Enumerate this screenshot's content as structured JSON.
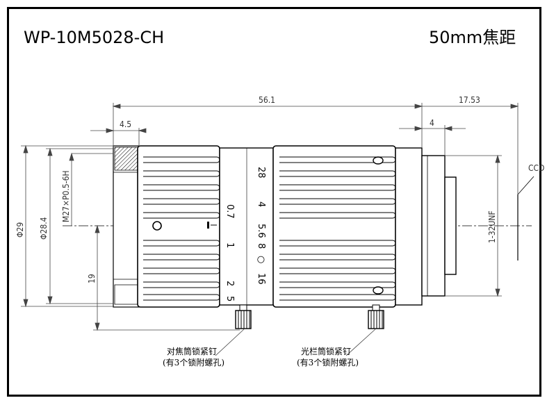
{
  "title": "WP-10M5028-CH",
  "focal_length": "50mm焦距",
  "dimensions": {
    "overall_length": "56.1",
    "mount_length": "17.53",
    "front_step": "4.5",
    "mount_step": "4",
    "diameter_outer": "Φ29",
    "diameter_inner": "Φ28.4",
    "filter_thread": "M27×P0.5-6H",
    "center_height": "19",
    "mount_thread": "1-32UNF",
    "sensor_label": "CCD"
  },
  "aperture_scale": [
    "0.7",
    "1",
    "2",
    "5"
  ],
  "focus_scale": [
    "28",
    "4",
    "5.6",
    "8",
    "○",
    "16"
  ],
  "notes": {
    "focus_screw_line1": "对焦筒锁紧钉",
    "focus_screw_line2": "(有3个锁附螺孔)",
    "iris_screw_line1": "光栏筒锁紧钉",
    "iris_screw_line2": "(有3个锁附螺孔)"
  }
}
